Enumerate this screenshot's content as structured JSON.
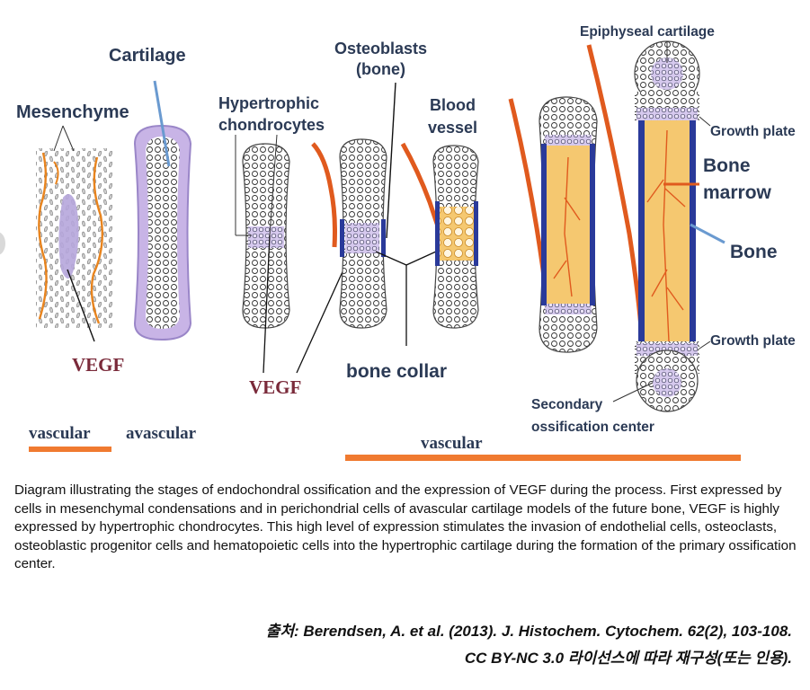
{
  "labels": {
    "mesenchyme": "Mesenchyme",
    "cartilage": "Cartilage",
    "hypertrophic_line1": "Hypertrophic",
    "hypertrophic_line2": "chondrocytes",
    "osteoblasts_line1": "Osteoblasts",
    "osteoblasts_line2": "(bone)",
    "blood_line1": "Blood",
    "blood_line2": "vessel",
    "epiphyseal": "Epiphyseal cartilage",
    "growth_plate_top": "Growth plate",
    "bone_marrow_line1": "Bone",
    "bone_marrow_line2": "marrow",
    "bone": "Bone",
    "growth_plate_bottom": "Growth plate",
    "vegf_1": "VEGF",
    "vegf_2": "VEGF",
    "bone_collar": "bone collar",
    "secondary_line1": "Secondary",
    "secondary_line2": "ossification center",
    "vascular_left": "vascular",
    "avascular": "avascular",
    "vascular_right": "vascular"
  },
  "caption": "Diagram illustrating the stages of endochondral ossification and the expression of VEGF during the process. First expressed by cells in mesenchymal condensations and in perichondrial cells of avascular cartilage models of the future bone, VEGF is highly expressed by hypertrophic chondrocytes. This high level of expression stimulates the invasion of endothelial cells, osteoclasts, osteoblastic progenitor cells and hematopoietic cells into the hypertrophic cartilage during the formation of the primary ossification center.",
  "source_line1": "출처: Berendsen, A. et al. (2013). J. Histochem. Cytochem. 62(2), 103-108.",
  "source_line2": "CC BY-NC 3.0 라이선스에 따라 재구성(또는 인용).",
  "colors": {
    "label": "#2b3a55",
    "vegf": "#7a2a3a",
    "vessel": "#e05a1e",
    "bar": "#f07a30",
    "cartilage": "#c8b4e6",
    "bone": "#2a3a9a",
    "marrow": "#f5c870",
    "pointer_blue": "#6a9ad0"
  }
}
